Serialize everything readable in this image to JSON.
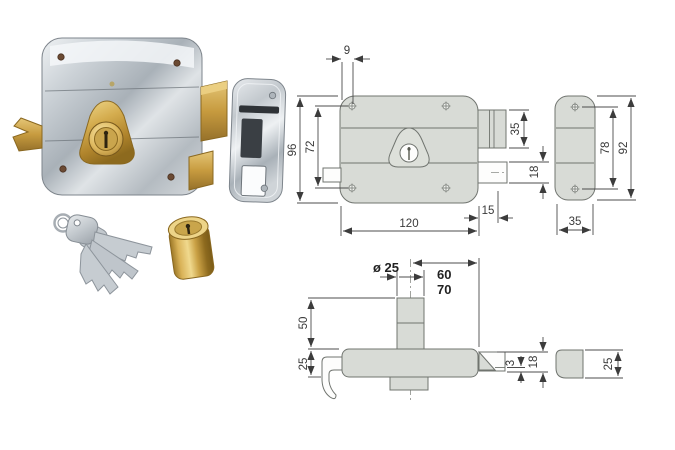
{
  "page": {
    "background": "#ffffff"
  },
  "product_photo": {
    "items": [
      "rim-lock-body",
      "brass-escutcheon-cylinder",
      "brass-deadbolt",
      "brass-hook-latch",
      "strike-plate",
      "key-set",
      "spare-brass-cylinder"
    ],
    "colors": {
      "chrome": "#c6ccd1",
      "brass": "#c79b3f",
      "background": "#ffffff"
    }
  },
  "drawings": {
    "style": {
      "fill": "#d8dbd6",
      "outline": "#70746f",
      "dimension": "#4c4c4c"
    },
    "front_view": {
      "screw_offset": "9",
      "total_height": "96",
      "screw_spacing": "72",
      "cylinder_height": "35",
      "latch_height": "18",
      "body_width": "120",
      "latch_offset": "15"
    },
    "strike_front_view": {
      "screw_spacing": "78",
      "total_height": "92",
      "width": "35"
    },
    "top_view": {
      "cylinder_diameter": "ø 25",
      "backset_option_1": "60",
      "backset_option_2": "70",
      "cylinder_length": "50",
      "body_depth": "25",
      "lip_thickness": "3",
      "latch_depth": "18"
    },
    "strike_top_view": {
      "depth": "25"
    }
  }
}
